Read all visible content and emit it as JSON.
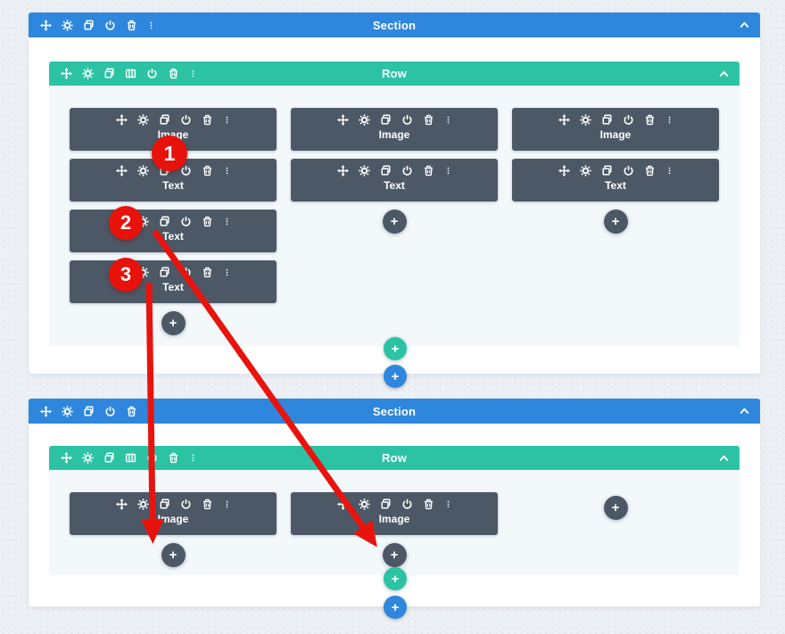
{
  "ui": {
    "plus": "+",
    "annotations": {
      "steps": [
        "1",
        "2",
        "3"
      ]
    },
    "colors": {
      "section_blue": "#2e87dc",
      "row_teal": "#2bc3a4",
      "module_slate": "#4c5866",
      "annotation_red": "#e8120c",
      "row_background": "#f3f8fb",
      "page_background": "#edf1f6"
    },
    "sections": [
      {
        "title": "Section",
        "rows": [
          {
            "title": "Row",
            "columns": [
              {
                "modules": [
                  {
                    "label": "Image"
                  },
                  {
                    "label": "Text"
                  },
                  {
                    "label": "Text"
                  },
                  {
                    "label": "Text"
                  }
                ]
              },
              {
                "modules": [
                  {
                    "label": "Image"
                  },
                  {
                    "label": "Text"
                  }
                ]
              },
              {
                "modules": [
                  {
                    "label": "Image"
                  },
                  {
                    "label": "Text"
                  }
                ]
              }
            ]
          }
        ]
      },
      {
        "title": "Section",
        "rows": [
          {
            "title": "Row",
            "columns": [
              {
                "modules": [
                  {
                    "label": "Image"
                  }
                ]
              },
              {
                "modules": [
                  {
                    "label": "Image"
                  }
                ]
              },
              {
                "modules": []
              }
            ]
          }
        ]
      }
    ]
  }
}
